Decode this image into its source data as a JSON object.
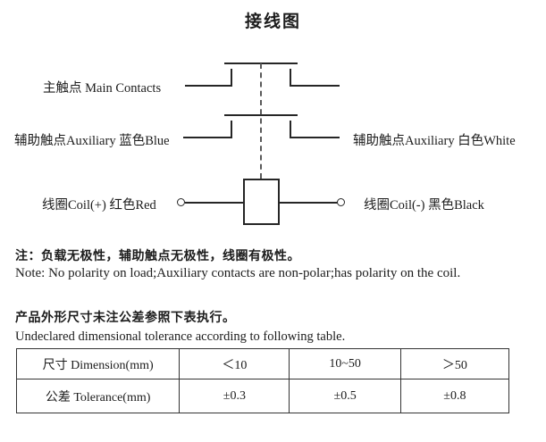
{
  "title": "接线图",
  "diagram": {
    "labels": {
      "main_contacts": "主触点 Main Contacts",
      "aux_left": "辅助触点Auxiliary 蓝色Blue",
      "aux_right": "辅助触点Auxiliary 白色White",
      "coil_plus": "线圈Coil(+) 红色Red",
      "coil_minus": "线圈Coil(-) 黑色Black"
    }
  },
  "notes": {
    "polarity_cn": "注：负载无极性，辅助触点无极性，线圈有极性。",
    "polarity_en": "Note: No polarity on load;Auxiliary contacts are non-polar;has polarity on the coil.",
    "tolerance_cn": "产品外形尺寸未注公差参照下表执行。",
    "tolerance_en": "Undeclared dimensional tolerance according to following table."
  },
  "tolerance_table": {
    "rows": [
      {
        "cells": [
          "尺寸 Dimension(mm)",
          "＜10",
          "10~50",
          "＞50"
        ]
      },
      {
        "cells": [
          "公差 Tolerance(mm)",
          "±0.3",
          "±0.5",
          "±0.8"
        ]
      }
    ]
  },
  "colors": {
    "ink": "#262626",
    "background": "#ffffff"
  }
}
